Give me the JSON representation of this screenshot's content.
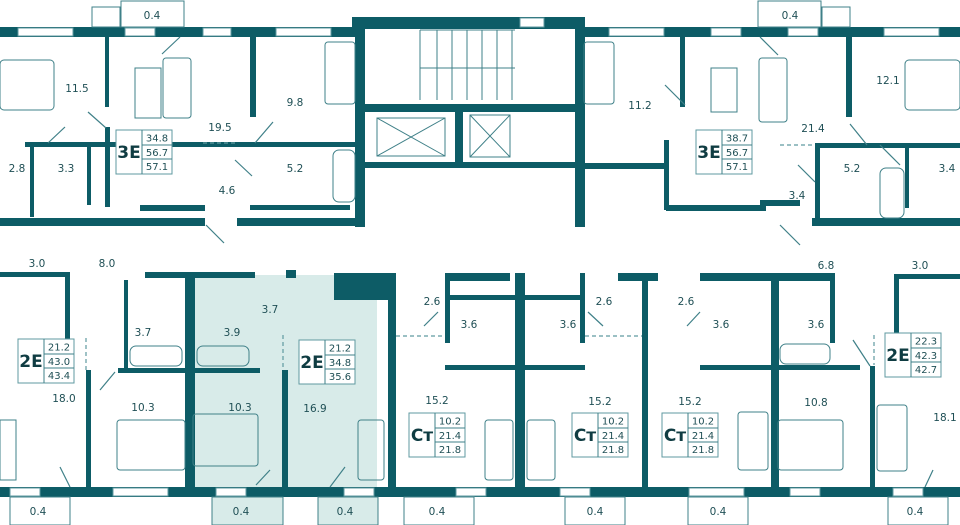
{
  "plan": {
    "colors": {
      "wall": "#0d5c66",
      "highlight": "#d8ebe9",
      "line": "#3f8088"
    },
    "rooms": [
      {
        "id": "balcony-top-left",
        "area": "0.4"
      },
      {
        "id": "bedroom-top-left",
        "area": "11.5"
      },
      {
        "id": "living-top-left",
        "area": "19.5"
      },
      {
        "id": "bedroom-top-left-2",
        "area": "9.8"
      },
      {
        "id": "closet-top-left",
        "area": "2.8"
      },
      {
        "id": "bath-top-left-small",
        "area": "3.3"
      },
      {
        "id": "hall-top-left",
        "area": "4.6"
      },
      {
        "id": "bath-top-left",
        "area": "5.2"
      },
      {
        "id": "hall-left",
        "area": "3.0"
      },
      {
        "id": "corridor-left",
        "area": "8.0"
      },
      {
        "id": "balcony-top-right",
        "area": "0.4"
      },
      {
        "id": "bedroom-top-right",
        "area": "11.2"
      },
      {
        "id": "living-top-right",
        "area": "21.4"
      },
      {
        "id": "bedroom-top-right-2",
        "area": "12.1"
      },
      {
        "id": "bath-top-right",
        "area": "5.2"
      },
      {
        "id": "bath-top-right-small",
        "area": "3.4"
      },
      {
        "id": "hall-top-right",
        "area": "3.4"
      },
      {
        "id": "corridor-right",
        "area": "6.8"
      },
      {
        "id": "hall-right",
        "area": "3.0"
      },
      {
        "id": "bath-b1",
        "area": "3.7"
      },
      {
        "id": "bath-b2",
        "area": "3.9"
      },
      {
        "id": "hall-b2",
        "area": "3.7"
      },
      {
        "id": "hall-st1",
        "area": "2.6"
      },
      {
        "id": "bath-st1",
        "area": "3.6"
      },
      {
        "id": "bath-st2",
        "area": "3.6"
      },
      {
        "id": "hall-st2",
        "area": "2.6"
      },
      {
        "id": "hall-st3",
        "area": "2.6"
      },
      {
        "id": "bath-st3",
        "area": "3.6"
      },
      {
        "id": "bath-b5",
        "area": "3.6"
      },
      {
        "id": "living-b-left",
        "area": "18.0"
      },
      {
        "id": "bedroom-b1",
        "area": "10.3"
      },
      {
        "id": "bedroom-b2",
        "area": "10.3"
      },
      {
        "id": "living-b2",
        "area": "16.9"
      },
      {
        "id": "studio-1",
        "area": "15.2"
      },
      {
        "id": "studio-2",
        "area": "15.2"
      },
      {
        "id": "studio-3",
        "area": "15.2"
      },
      {
        "id": "bedroom-b5",
        "area": "10.8"
      },
      {
        "id": "living-b-right",
        "area": "18.1"
      },
      {
        "id": "balcony-b1",
        "area": "0.4"
      },
      {
        "id": "balcony-b2",
        "area": "0.4"
      },
      {
        "id": "balcony-b3",
        "area": "0.4"
      },
      {
        "id": "balcony-b4",
        "area": "0.4"
      },
      {
        "id": "balcony-b5",
        "area": "0.4"
      },
      {
        "id": "balcony-b6",
        "area": "0.4"
      },
      {
        "id": "balcony-b7",
        "area": "0.4"
      }
    ],
    "apartments": [
      {
        "type": "3E",
        "living": "34.8",
        "total": "56.7",
        "total_with_balcony": "57.1"
      },
      {
        "type": "3E",
        "living": "38.7",
        "total": "56.7",
        "total_with_balcony": "57.1"
      },
      {
        "type": "2E",
        "living": "21.2",
        "total": "43.0",
        "total_with_balcony": "43.4"
      },
      {
        "type": "2E",
        "living": "21.2",
        "total": "34.8",
        "total_with_balcony": "35.6"
      },
      {
        "type": "Ст",
        "living": "10.2",
        "total": "21.4",
        "total_with_balcony": "21.8"
      },
      {
        "type": "Ст",
        "living": "10.2",
        "total": "21.4",
        "total_with_balcony": "21.8"
      },
      {
        "type": "Ст",
        "living": "10.2",
        "total": "21.4",
        "total_with_balcony": "21.8"
      },
      {
        "type": "2E",
        "living": "22.3",
        "total": "42.3",
        "total_with_balcony": "42.7"
      }
    ]
  }
}
